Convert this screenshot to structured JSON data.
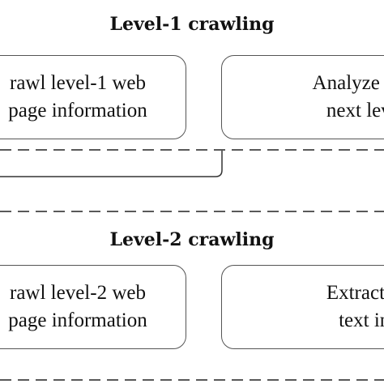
{
  "diagram": {
    "level1": {
      "heading": "Level-1 crawling",
      "box_left": {
        "line1": "rawl level-1 web",
        "line2": "page information"
      },
      "box_right": {
        "line1": "Analyze and ob",
        "line2": "next level U"
      }
    },
    "level2": {
      "heading": "Level-2 crawling",
      "box_left": {
        "line1": "rawl level-2 web",
        "line2": "page information"
      },
      "box_right": {
        "line1": "Extract bridge",
        "line2": "text inform"
      }
    }
  }
}
